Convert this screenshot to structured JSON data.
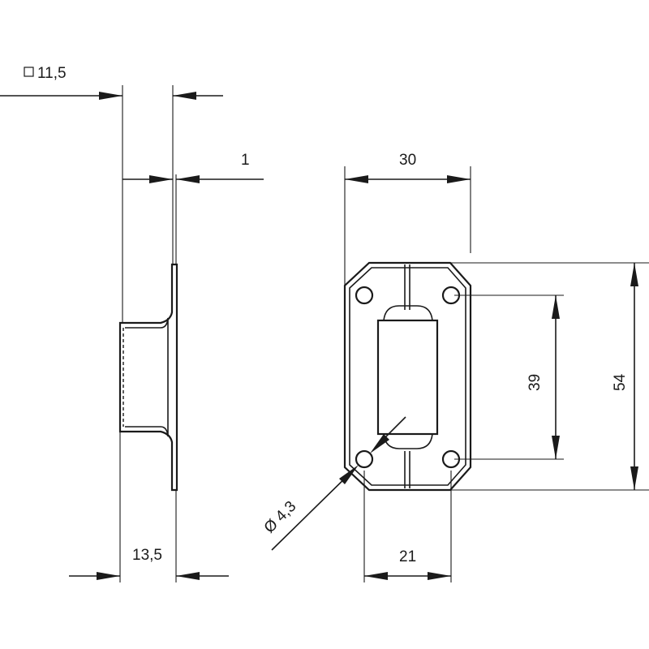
{
  "dimensions": {
    "square_symbol": "□",
    "square_size": "11,5",
    "thickness": "1",
    "depth": "13,5",
    "width": "30",
    "hole_spacing_v": "39",
    "height": "54",
    "hole_spacing_h": "21",
    "hole_diameter": "Ø 4,3"
  }
}
